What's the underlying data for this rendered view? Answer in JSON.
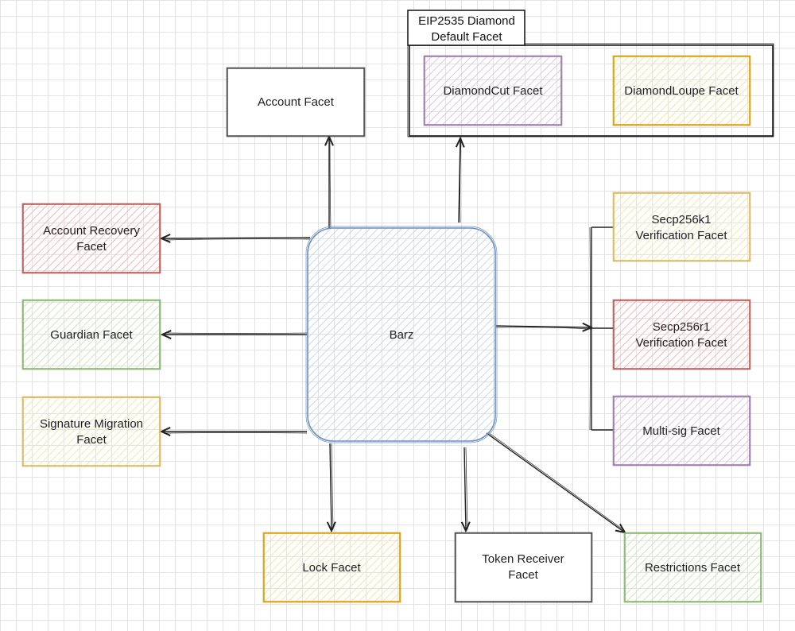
{
  "group": {
    "title_line1": "EIP2535 Diamond",
    "title_line2": "Default Facet"
  },
  "nodes": {
    "barz": "Barz",
    "account_facet": "Account Facet",
    "diamond_cut": "DiamondCut Facet",
    "diamond_loupe": "DiamondLoupe Facet",
    "account_recovery": {
      "line1": "Account Recovery",
      "line2": "Facet"
    },
    "guardian": "Guardian Facet",
    "signature_migration": {
      "line1": "Signature Migration",
      "line2": "Facet"
    },
    "secp256k1": {
      "line1": "Secp256k1",
      "line2": "Verification Facet"
    },
    "secp256r1": {
      "line1": "Secp256r1",
      "line2": "Verification Facet"
    },
    "multisig": "Multi-sig Facet",
    "lock": "Lock Facet",
    "token_receiver": {
      "line1": "Token Receiver",
      "line2": "Facet"
    },
    "restrictions": "Restrictions Facet"
  },
  "colors": {
    "red": "#b85450",
    "green": "#82b366",
    "yellow": "#d6b656",
    "purple": "#9673a6",
    "blue": "#6c8ebf",
    "gray": "#444444",
    "amber": "#d79b00"
  }
}
